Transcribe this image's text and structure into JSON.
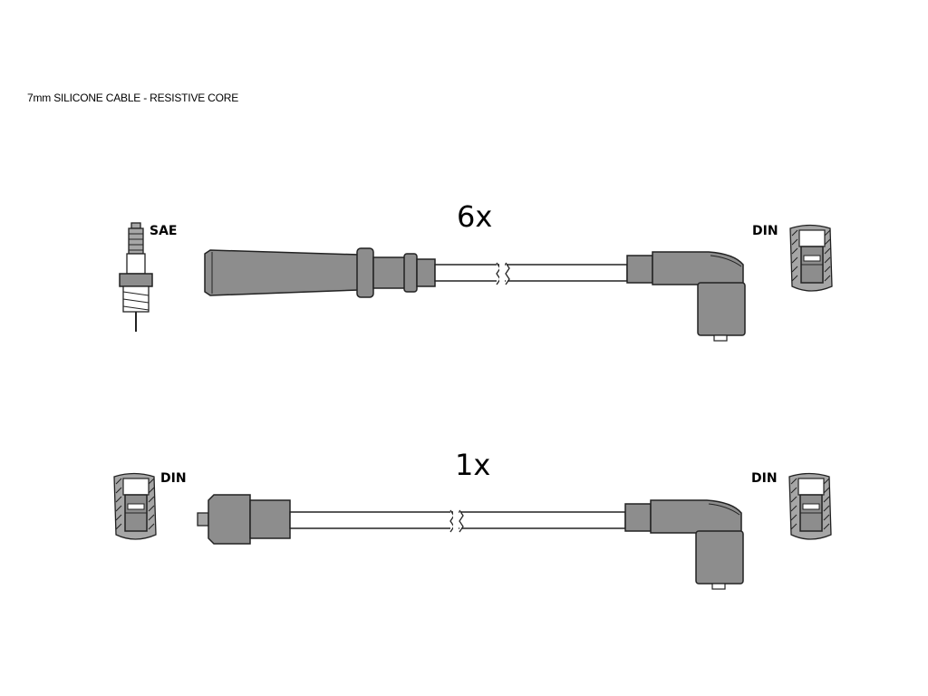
{
  "caption": "7mm SILICONE CABLE - RESISTIVE CORE",
  "rows": [
    {
      "quantity": "6x",
      "left_label": "SAE",
      "right_label": "DIN"
    },
    {
      "quantity": "1x",
      "left_label": "DIN",
      "right_label": "DIN"
    }
  ],
  "colors": {
    "part_fill": "#8d8d8d",
    "outline": "#222222",
    "background": "#ffffff"
  }
}
